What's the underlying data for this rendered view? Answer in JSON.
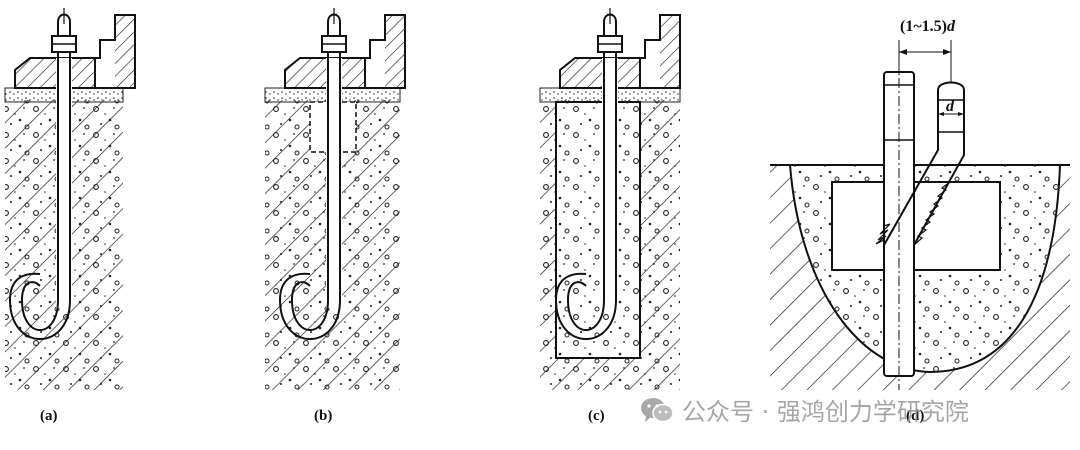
{
  "figure": {
    "captions": {
      "a": "(a)",
      "b": "(b)",
      "c": "(c)",
      "d": "(d)"
    },
    "dimension_label": {
      "prefix": "(1~1.5)",
      "symbol": "d"
    },
    "diameter_label": "d"
  },
  "watermark": {
    "icon": "wechat-icon",
    "text": "公众号 · 强鸿创力学研究院"
  },
  "colors": {
    "ink": "#111111",
    "watermark": "#969696"
  }
}
